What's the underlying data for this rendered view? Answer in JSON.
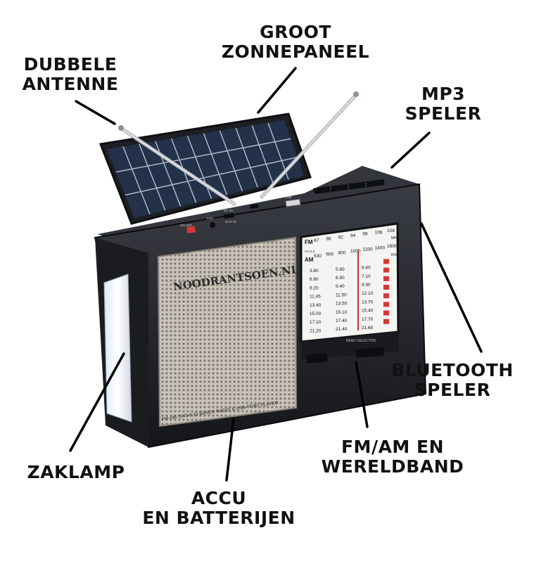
{
  "labels": {
    "dual_antenna": [
      "DUBBELE",
      "ANTENNE"
    ],
    "solar_panel": [
      "GROOT",
      "ZONNEPANEEL"
    ],
    "mp3_player": [
      "MP3",
      "SPELER"
    ],
    "bluetooth_player": [
      "BLUETOOTH",
      "SPELER"
    ],
    "flashlight": [
      "ZAKLAMP"
    ],
    "fm_am_worldband": [
      "FM/AM EN",
      "WERELDBAND"
    ],
    "battery": [
      "ACCU",
      "EN BATTERIJEN"
    ]
  },
  "radio": {
    "brand": "NOODRANTSOEN.NL",
    "band_fm": "FM",
    "band_am": "AM",
    "fm_scale": [
      "87",
      "88",
      "92",
      "94",
      "98",
      "106",
      "108"
    ],
    "fm_unit": "MHz",
    "am_scale": [
      "530",
      "600",
      "800",
      "1000",
      "1200",
      "1400",
      "1600"
    ],
    "am_unit": "KHz",
    "scale_label": "SCALE",
    "sw_rows": [
      [
        "3.60",
        "5.80",
        "6.40"
      ],
      [
        "6.80",
        "6.90",
        "7.10"
      ],
      [
        "9.20",
        "9.40",
        "9.90"
      ],
      [
        "11.45",
        "11.50",
        "12.10"
      ],
      [
        "13.40",
        "13.50",
        "13.70"
      ],
      [
        "15.00",
        "15.10",
        "15.40"
      ],
      [
        "17.10",
        "17.40",
        "17.70"
      ],
      [
        "21.20",
        "21.40",
        "21.60"
      ]
    ],
    "front_caption": "FM-AM-SW1-8 10 BANDS RADIO & USB-TF/BT PLAYER",
    "top_labels": [
      "ON OFF",
      "LED",
      "DC 5V",
      "OUT 4V",
      "TF",
      "USB"
    ],
    "band_selector": "BAND SELECTOR",
    "colors": {
      "body": "#23252b",
      "grille": "#b9b3aa",
      "accent_red": "#d23a32",
      "dial_bg": "#f4f4f2"
    }
  }
}
